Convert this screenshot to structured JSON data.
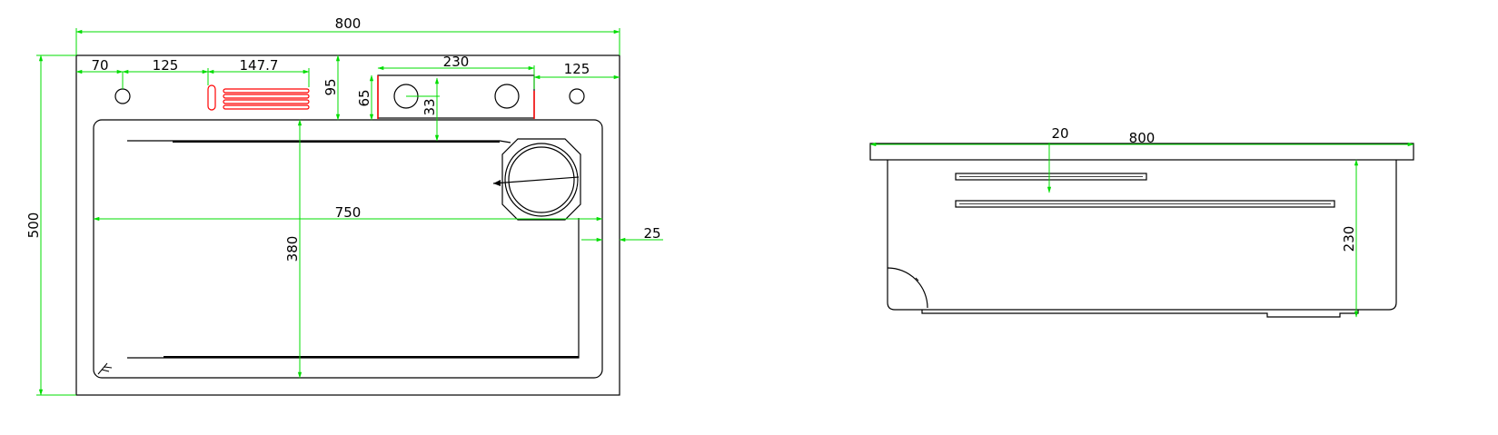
{
  "colors": {
    "background": "#ffffff",
    "outline": "#000000",
    "dimension": "#00dd00",
    "accent": "#ff0000"
  },
  "top_view": {
    "dim_total_width": "800",
    "dim_total_height": "500",
    "dim_left_offset": "70",
    "dim_hole_spacing": "125",
    "dim_drainer_width": "147.7",
    "dim_deck_height": "95",
    "dim_panel_width": "230",
    "dim_panel_height": "65",
    "dim_panel_inset": "33",
    "dim_right_spacing": "125",
    "dim_bowl_width": "750",
    "dim_bowl_depth": "380",
    "dim_side_margin": "25"
  },
  "side_view": {
    "dim_total_width": "800",
    "dim_rail_offset": "20",
    "dim_depth": "230"
  }
}
